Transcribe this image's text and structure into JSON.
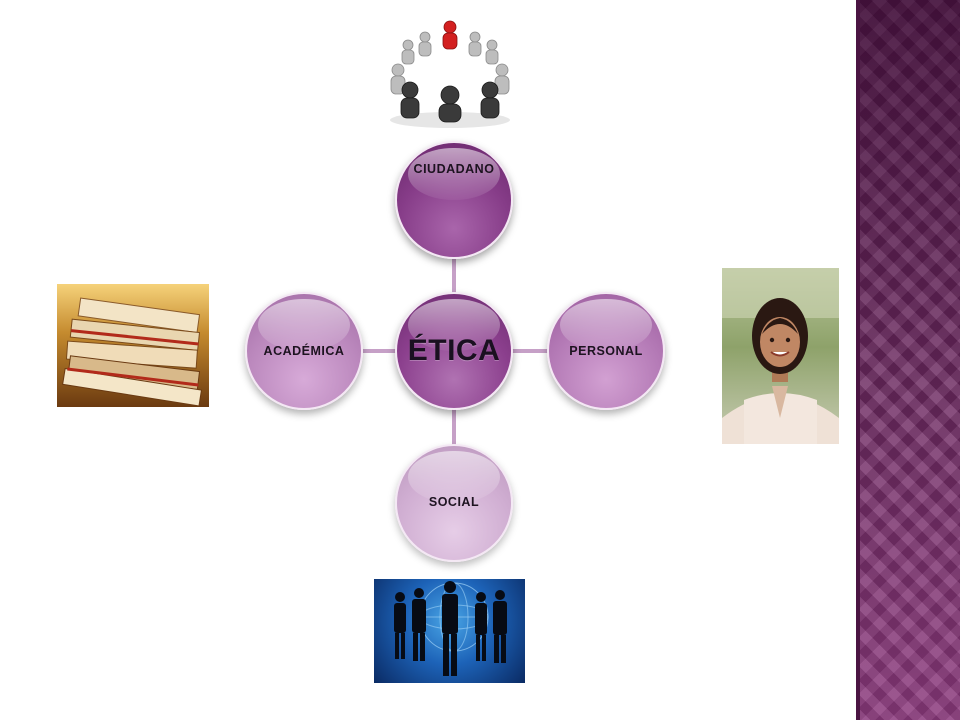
{
  "diagram": {
    "center": {
      "label": "ÉTICA"
    },
    "nodes": {
      "top": {
        "label": "CIUDADANO"
      },
      "right": {
        "label": "PERSONAL"
      },
      "bottom": {
        "label": "SOCIAL"
      },
      "left": {
        "label": "ACADÉMICA"
      }
    }
  },
  "colors": {
    "accent": "#8b3f8d",
    "side_band": "#6e2a62",
    "connector": "#c6a0c7"
  },
  "images": {
    "people_circle": "people-circle-figures",
    "books": "stacked-books-photo",
    "woman": "woman-portrait-photo",
    "business": "business-silhouettes-globe"
  }
}
